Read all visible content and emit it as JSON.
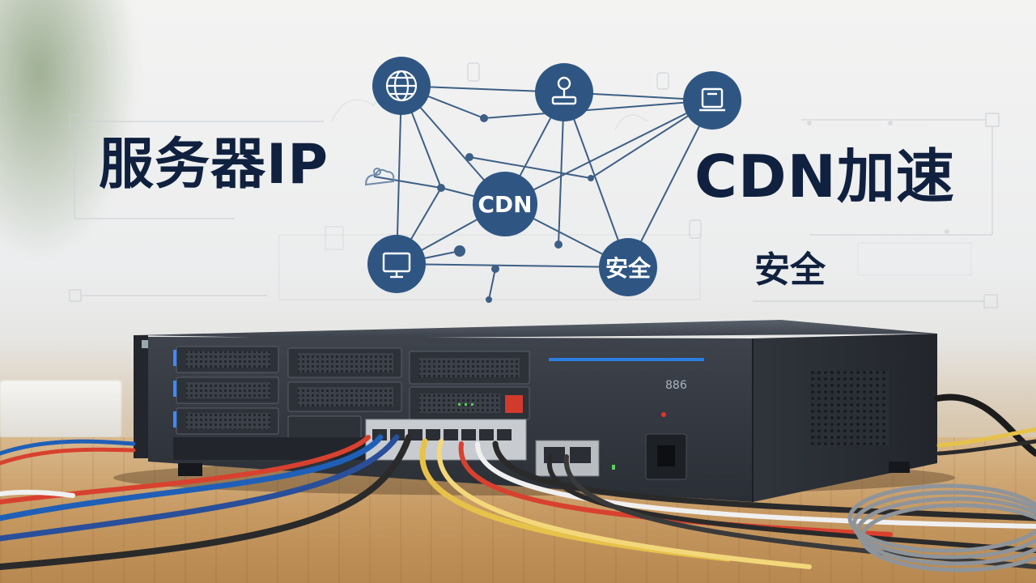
{
  "overlay": {
    "left_title": "服务器IP",
    "right_title": "CDN加速",
    "right_subtitle": "安全"
  },
  "network_diagram": {
    "center_label": "CDN",
    "security_label": "安全",
    "nodes": [
      {
        "name": "globe",
        "icon": "globe-icon"
      },
      {
        "name": "user",
        "icon": "user-icon"
      },
      {
        "name": "device",
        "icon": "device-icon"
      },
      {
        "name": "monitor",
        "icon": "monitor-icon"
      }
    ]
  },
  "device": {
    "type": "rack-server-with-switch",
    "chassis_color": "#3a3f48",
    "accent_line_color": "#2b7de0",
    "cable_colors": [
      "#1f5fb8",
      "#d8412f",
      "#e7c24a",
      "#f0f0f0",
      "#2a2a2a",
      "#9aa0a6"
    ]
  },
  "colors": {
    "node_fill": "#2f5683",
    "text_dark": "#10213f",
    "line": "#3d5f86"
  }
}
